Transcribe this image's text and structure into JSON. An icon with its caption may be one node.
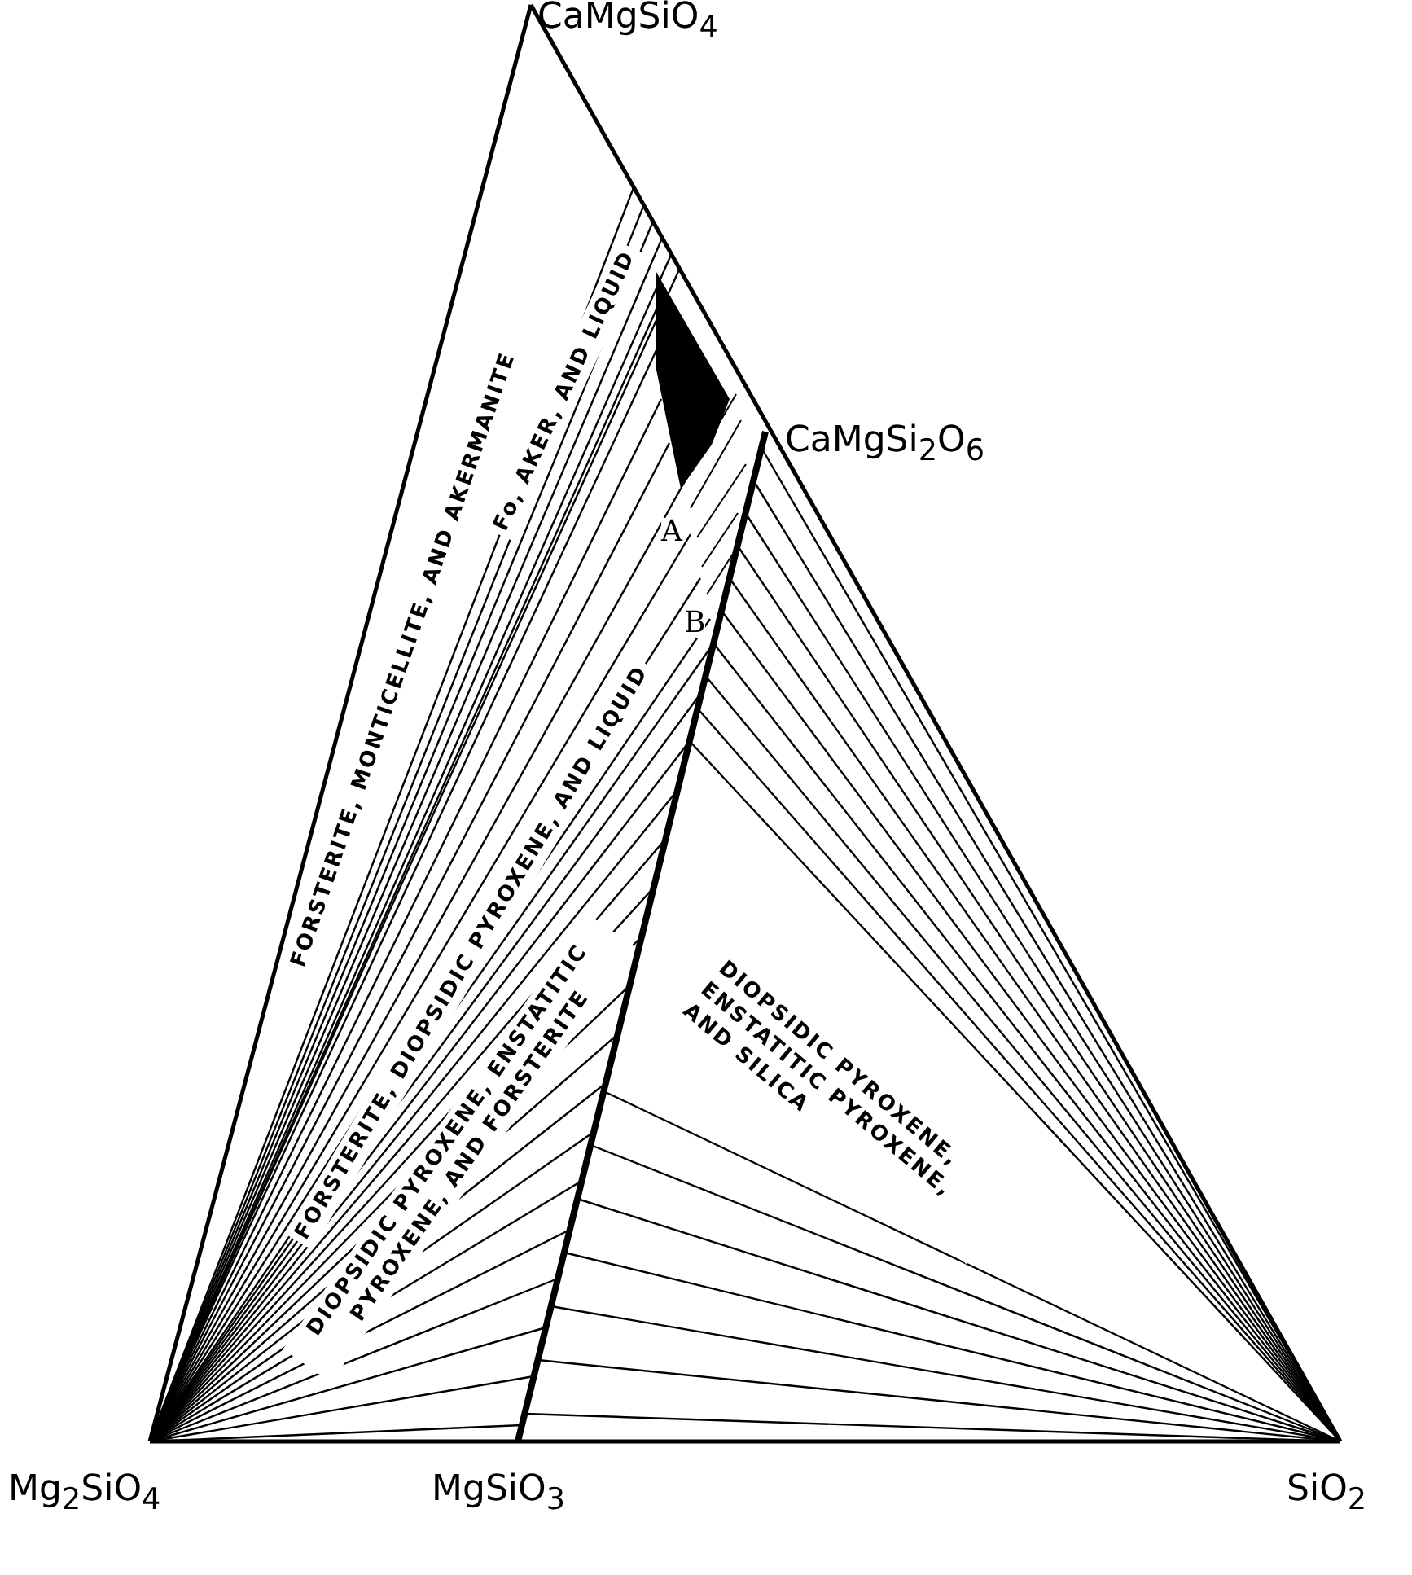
{
  "diagram": {
    "labels": [
      "CaMgSiO$_{4}$",
      "CaMgSi$_{2}$O$_{6}$",
      "FORSTERITE, MONTICELLITE, AND AKERMANITE",
      "Fo, AKER, AND LIQUID",
      "A",
      "B",
      "FORSTERITE, DIOPSIDIC PYROXENE, AND LIQUID",
      "DIOPSIDIC PYROXENE, ENSTATITIC PYROXENE, AND FORSTERITE",
      "DIOPSIDIC PYROXENE, ENSTATITIC PYROXENE, AND SILICA",
      "Mg$_{2}$SiO$_{4}$",
      "MgSiO$_{3}$",
      "SiO$_{2}$"
    ]
  }
}
